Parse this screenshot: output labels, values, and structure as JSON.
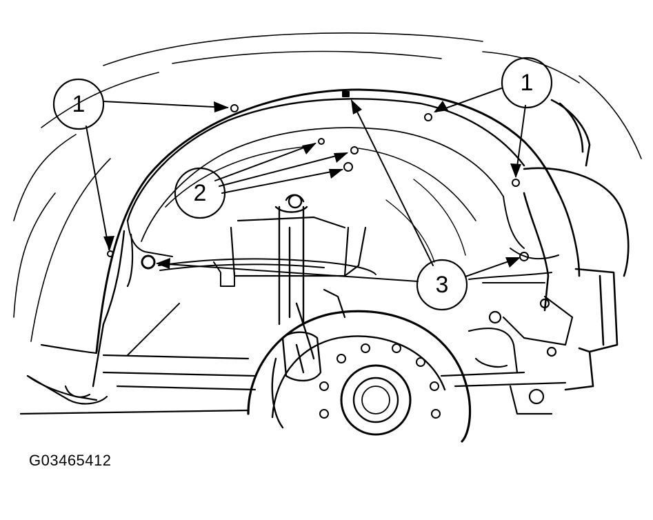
{
  "figure": {
    "id": "G03465412"
  },
  "callouts": [
    {
      "label": "1"
    },
    {
      "label": "1"
    },
    {
      "label": "2"
    },
    {
      "label": "3"
    }
  ],
  "colors": {
    "ink": "#000000",
    "paper": "#ffffff"
  }
}
